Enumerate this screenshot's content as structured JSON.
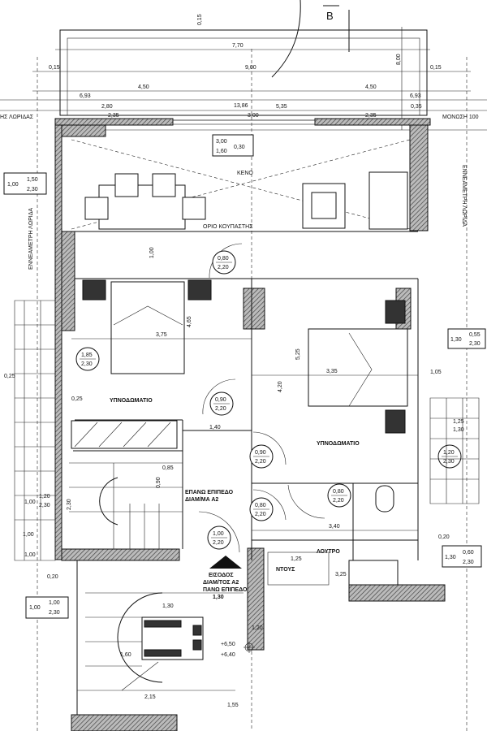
{
  "section_marker": "B",
  "top_dimensions": {
    "d1": "0,15",
    "d2": "7,70",
    "d3": "9,00",
    "d4": "0,15",
    "d5": "0,15",
    "d6": "4,50",
    "d7": "4,50",
    "d8": "6,93",
    "d9": "6,93",
    "d10": "13,86",
    "d11": "2,80",
    "d12": "5,35",
    "d13": "0,35",
    "d14": "2,35",
    "d15": "3,00",
    "d16": "2,35",
    "d17": "8,00"
  },
  "edge_labels": {
    "insulation": "ΜΟΝΩΣΗ 100",
    "strip_top_left": "ΗΣ ΛΩΡΙΔΑΣ",
    "strip_left": "ΕΝΝΕΑΜΕΤΡΗ ΛΩΡΙΔΑ",
    "strip_right": "ΕΝΝΕΑΜΕΤΡΗ ΛΩΡΙΔΑ"
  },
  "rooms": {
    "void": "ΚΕΝΟ",
    "bedroom_left": "ΥΠΝΟΔΩΜΑΤΙΟ",
    "bedroom_right": "ΥΠΝΟΔΩΜΑΤΙΟ",
    "bathroom": "ΛΟΥΤΡΟ",
    "shower": "ΝΤΟΥΣ",
    "upper_level": [
      "ΕΠΑΝΩ ΕΠΙΠΕΔΟ",
      "ΔΙΑΜ/ΜΑ Α2"
    ],
    "entrance": [
      "ΕΙΣΟΔΟΣ",
      "ΔΙΑΜ/ΤΟΣ Α2",
      "ΠΑΝΩ ΕΠΙΠΕΔΟ",
      "1,30"
    ],
    "parapet": "ΟΡΙΟ ΚΟΥΠΑΣΤΗΣ"
  },
  "openings": [
    {
      "w": "0,80",
      "h": "2,20"
    },
    {
      "w": "1,85",
      "h": "2,30"
    },
    {
      "w": "0,90",
      "h": "2,20"
    },
    {
      "w": "0,90",
      "h": "2,20"
    },
    {
      "w": "0,80",
      "h": "2,20"
    },
    {
      "w": "0,80",
      "h": "2,20"
    },
    {
      "w": "1,00",
      "h": "2,20"
    },
    {
      "w": "1,20",
      "h": "2,30"
    }
  ],
  "window_boxes": [
    {
      "sill": "1,00",
      "w": "1,50",
      "h": "2,30"
    },
    {
      "sill": "0,30",
      "w": "3,00",
      "h": "1,60"
    },
    {
      "sill": "1,30",
      "w": "0,55",
      "h": "2,30"
    },
    {
      "sill": "1,30",
      "w": "0,60",
      "h": "2,30"
    },
    {
      "sill": "1,00",
      "w": "1,00",
      "h": "2,30"
    },
    {
      "sill": "1,00",
      "w": "1,20",
      "h": "2,30"
    },
    {
      "sill": "",
      "w": "1,25",
      "h": "1,30"
    }
  ],
  "inner_dimensions": {
    "bed_left": "3,75",
    "bed_right": "3,35",
    "corr": "1,40",
    "bath": "3,40",
    "shower_w": "1,25",
    "bath2": "3,25",
    "stair_w": "1,30",
    "stair_b": "1,20",
    "level_1": "+6,50",
    "level_2": "+6,40",
    "stair_c": "2,15",
    "stair_d": "1,55",
    "stair_e": "1,60",
    "wall_a": "0,20",
    "wall_b": "0,25",
    "wall_c": "1,05",
    "wall_d": "0,20",
    "h1": "4,20",
    "h2": "5,25",
    "h3": "1,00",
    "h4": "4,65",
    "stair_f": "0,85",
    "stair_g": "2,30",
    "stair_h": "0,90",
    "left_a": "1,00",
    "left_b": "1,00",
    "wall_e": "0,25"
  }
}
